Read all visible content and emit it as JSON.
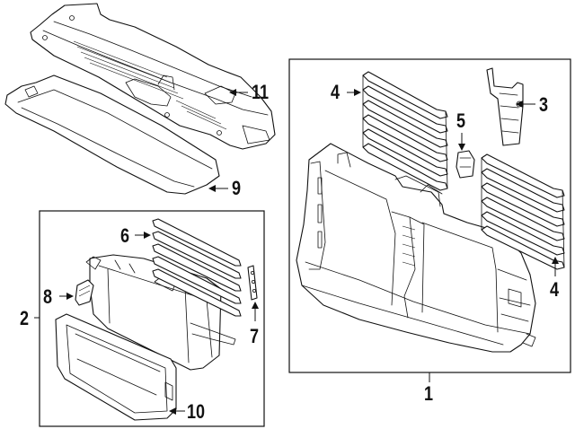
{
  "callouts": {
    "c1": "1",
    "c2": "2",
    "c3": "3",
    "c4a": "4",
    "c4b": "4",
    "c5": "5",
    "c6": "6",
    "c7": "7",
    "c8": "8",
    "c9": "9",
    "c10": "10",
    "c11": "11"
  },
  "colors": {
    "line": "#111111",
    "background": "#ffffff"
  }
}
